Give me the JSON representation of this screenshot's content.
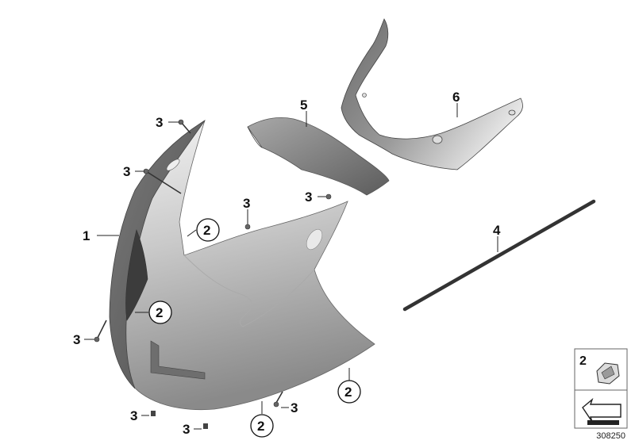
{
  "labels": {
    "part1": "1",
    "part2": "2",
    "part3": "3",
    "part4": "4",
    "part5": "5",
    "part6": "6"
  },
  "legend": {
    "part": "2"
  },
  "reference_number": "308250"
}
